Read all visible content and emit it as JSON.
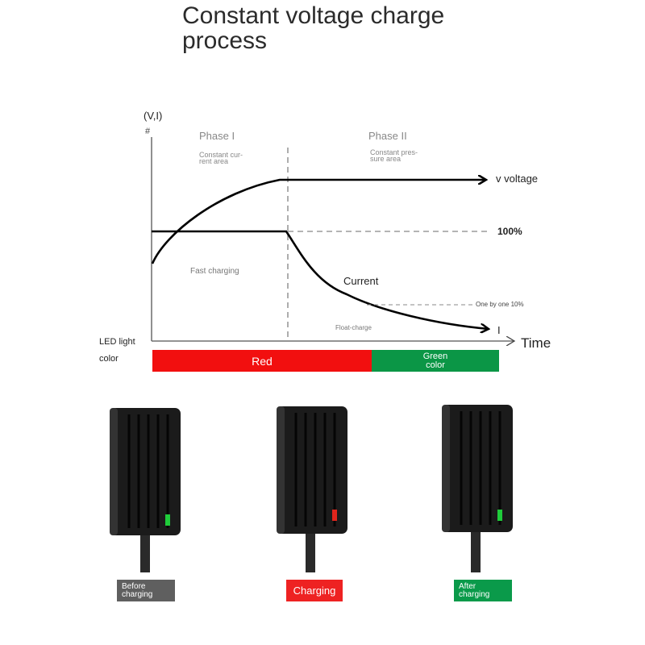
{
  "title": {
    "line1": "Constant voltage charge",
    "line2": "process"
  },
  "diagram": {
    "y_axis_label": "(V,I)",
    "y_axis_mark": "#",
    "x_axis_label": "Time",
    "phase1": {
      "title": "Phase I",
      "desc_line1": "Constant cur-",
      "desc_line2": "rent area"
    },
    "phase2": {
      "title": "Phase II",
      "desc_line1": "Constant pres-",
      "desc_line2": "sure area"
    },
    "voltage_label": "v voltage",
    "percent_label": "100%",
    "fast_charging": "Fast charging",
    "current_label": "Current",
    "float_charge": "Float-charge",
    "one_by_one": "One by one 10%",
    "current_symbol": "I"
  },
  "led": {
    "label_line1": "LED light",
    "label_line2": "color",
    "red_text": "Red",
    "green_line1": "Green",
    "green_line2": "color"
  },
  "chargers": [
    {
      "led_color": "#1fcc3a",
      "tag_lines": [
        "Before",
        "charging"
      ],
      "tag_color": "#5f5f5f"
    },
    {
      "led_color": "#e0251c",
      "tag_lines": [
        "Charging"
      ],
      "tag_color": "#ee2222"
    },
    {
      "led_color": "#1fcc3a",
      "tag_lines": [
        "After",
        "charging"
      ],
      "tag_color": "#0a9a4a"
    }
  ],
  "colors": {
    "red": "#f20f0f",
    "green": "#0b9646",
    "curve": "#000000",
    "dashed": "#888888"
  }
}
